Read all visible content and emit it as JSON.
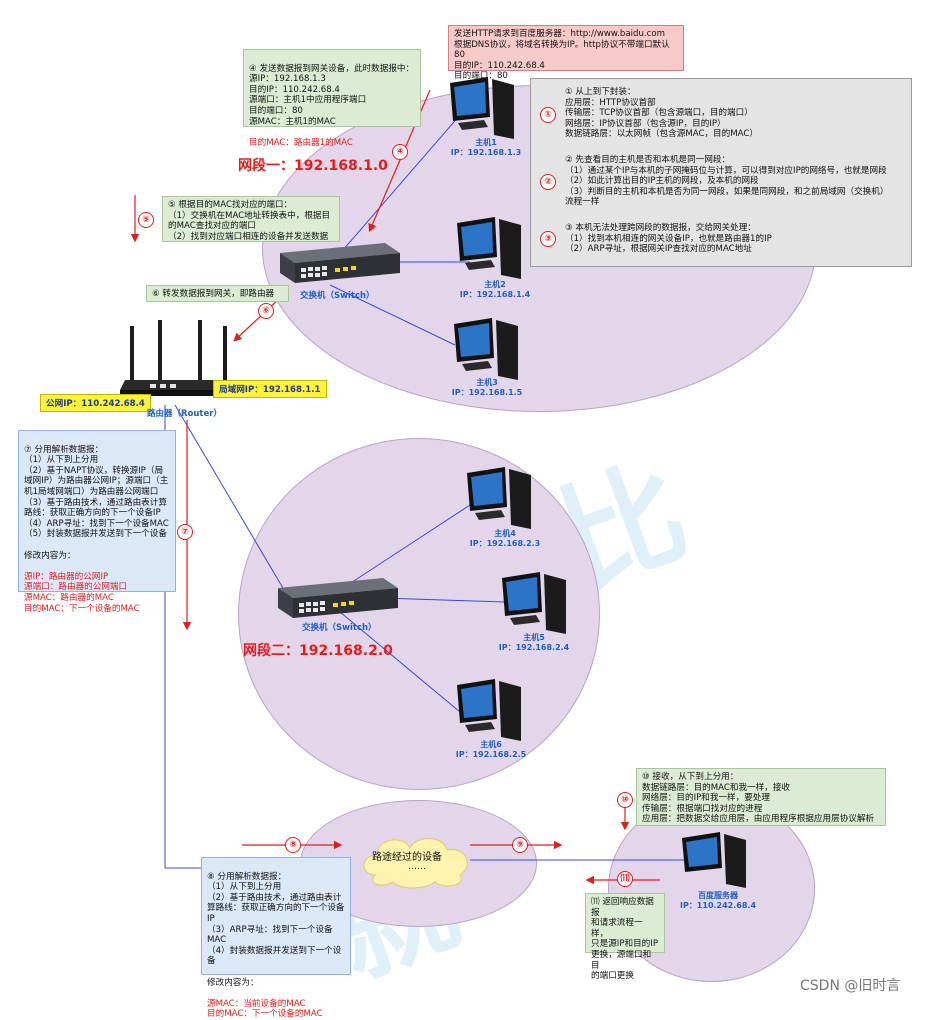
{
  "segment1": "网段一：192.168.1.0",
  "segment2": "网段二：192.168.2.0",
  "switch_label": "交换机（Switch）",
  "router_label": "路由器（Router）",
  "public_ip": "公网IP：110.242.68.4",
  "lan_ip": "局域网IP：192.168.1.1",
  "transit_label": "路途经过的设备",
  "transit_dots": "……",
  "hosts": {
    "h1": "主机1\nIP：192.168.1.3",
    "h2": "主机2\nIP：192.168.1.4",
    "h3": "主机3\nIP：192.168.1.5",
    "h4": "主机4\nIP：192.168.2.3",
    "h5": "主机5\nIP：192.168.2.4",
    "h6": "主机6\nIP：192.168.2.5",
    "baidu": "百度服务器\nIP：110.242.68.4"
  },
  "notes": {
    "pink": "发送HTTP请求到百度服务器：http://www.baidu.com\n根据DNS协议，将域名转换为IP。http协议不带端口默认80\n目的IP：110.242.68.4\n目的端口：80",
    "n4_black": "④ 发送数据报到网关设备，此时数据报中：\n源IP：192.168.1.3\n目的IP：110.242.68.4\n源端口：主机1中应用程序端口\n目的端口：80\n源MAC：主机1的MAC",
    "n4_red": "目的MAC：路由器1的MAC",
    "n5": "⑤ 根据目的MAC找对应的端口：\n（1）交换机在MAC地址转换表中，根据目的MAC查找对应的端口\n（2）找到对应端口相连的设备并发送数据",
    "n6": "⑥ 转发数据报到网关，即路由器",
    "gray1": "① 从上到下封装：\n应用层：HTTP协议首部\n传输层：TCP协议首部（包含源端口，目的端口）\n网络层：IP协议首部（包含源IP，目的IP）\n数据链路层：以太网帧（包含源MAC，目的MAC）",
    "gray2": "② 先查看目的主机是否和本机是同一网段：\n（1）通过某个IP与本机的子网掩码位与计算，可以得到对应IP的网络号，也就是网段\n（2）如此计算出目的IP主机的网段，及本机的网段\n（3）判断目的主机和本机是否为同一网段，如果是同网段，和之前局域网（交换机）流程一样",
    "gray3": "③ 本机无法处理跨网段的数据报，交给网关处理：\n（1）找到本机相连的网关设备IP，也就是路由器1的IP\n（2）ARP寻址，根据网关IP查找对应的MAC地址",
    "n7_black": "⑦ 分用解析数据报：\n（1）从下到上分用\n（2）基于NAPT协议，转换源IP（局域网IP）为路由器公网IP；源端口（主机1局域网端口）为路由器公网端口\n（3）基于路由技术，通过路由表计算路线：获取正确方向的下一个设备IP\n（4）ARP寻址：找到下一个设备MAC\n（5）封装数据报并发送到下一个设备\n\n修改内容为：",
    "n7_red": "源IP：路由器的公网IP\n源端口：路由器的公网端口\n源MAC：路由器的MAC\n目的MAC：下一个设备的MAC",
    "n8_black": "⑧ 分用解析数据报：\n（1）从下到上分用\n（2）基于路由技术，通过路由表计算路线：获取正确方向的下一个设备IP\n（3）ARP寻址：找到下一个设备MAC\n（4）封装数据报并发送到下一个设备\n\n修改内容为：",
    "n8_red": "源MAC：当前设备的MAC\n目的MAC：下一个设备的MAC",
    "n10": "⑩ 接收，从下到上分用：\n数据链路层：目的MAC和我一样，接收\n网络层：目的IP和我一样，要处理\n传输层：根据端口找对应的进程\n应用层：把数据交给应用层，由应用程序根据应用层协议解析",
    "n11": "⑾ 返回响应数据报\n和请求流程一样，\n只是源IP和目的IP\n更换，源端口和目\n的端口更换"
  },
  "markers": [
    "④",
    "⑤",
    "⑥",
    "⑦",
    "⑧",
    "⑨",
    "⑩",
    "⑾",
    "①",
    "②",
    "③"
  ],
  "credit": "CSDN @旧时言",
  "colors": {
    "accent_red": "#e31c1c",
    "label_blue": "#1f5fbf",
    "cloud": "#fff3b0"
  }
}
